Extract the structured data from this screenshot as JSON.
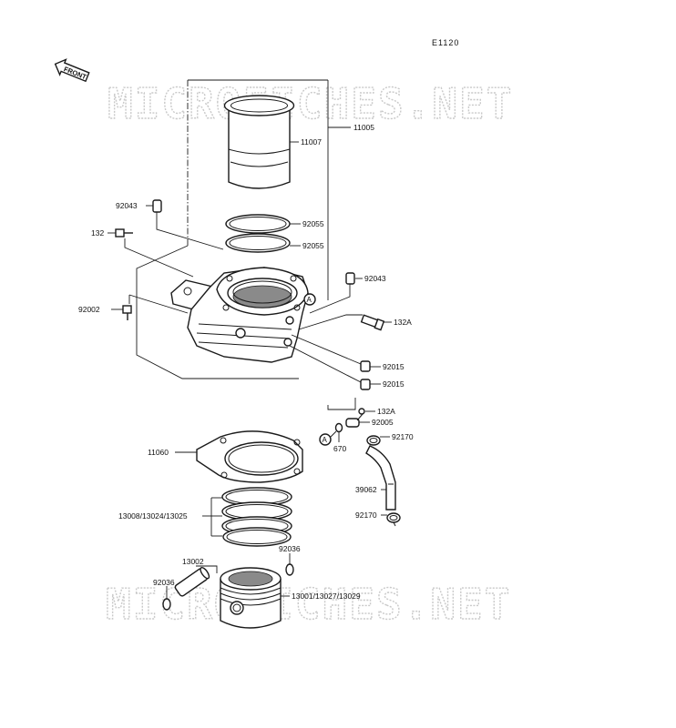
{
  "diagram": {
    "code": "E1120",
    "front_label": "FRONT",
    "watermarks": [
      "MICROFICHES.NET",
      "MICROFICHES.NET"
    ],
    "callouts": {
      "p11005": "11005",
      "p11007": "11007",
      "p92043_top": "92043",
      "p132_left": "132",
      "p92055_a": "92055",
      "p92055_b": "92055",
      "p92043_right": "92043",
      "p92002": "92002",
      "p132A_right": "132A",
      "p92015_a": "92015",
      "p92015_b": "92015",
      "p132A_lower": "132A",
      "p92005": "92005",
      "p670": "670",
      "p92170_a": "92170",
      "p11060": "11060",
      "p39062": "39062",
      "p13008": "13008/13024/13025",
      "p92170_b": "92170",
      "p13002": "13002",
      "p92036_right": "92036",
      "p92036_left": "92036",
      "p13001": "13001/13027/13029"
    },
    "reference_markers": {
      "ref_a_upper": "A",
      "ref_a_lower": "A"
    }
  }
}
